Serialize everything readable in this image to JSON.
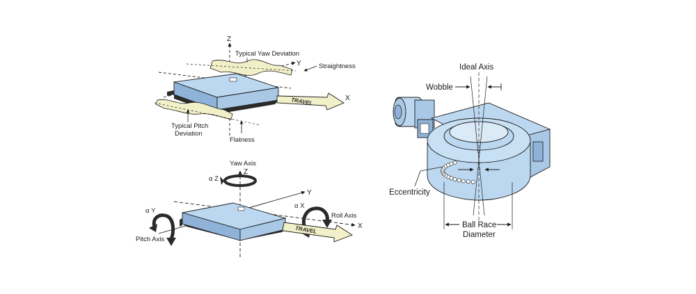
{
  "colors": {
    "stage_face": "#bcd8f0",
    "stage_side": "#8fb3d8",
    "stage_dark": "#2a2a2a",
    "band_fill": "#f2f0c8",
    "travel_fill": "#f2f0c8",
    "rotary_body": "#bcd8f0",
    "line": "#1a1a1a"
  },
  "linear_stage": {
    "axis_z": "Z",
    "axis_y": "Y",
    "axis_x": "X",
    "yaw_deviation": "Typical Yaw Deviation",
    "straightness": "Straightness",
    "pitch_deviation_line1": "Typical Pitch",
    "pitch_deviation_line2": "Deviation",
    "flatness": "Flatness",
    "travel": "TRAVEL"
  },
  "angular_stage": {
    "yaw_axis": "Yaw Axis",
    "axis_z": "Z",
    "alpha_z": "α Z",
    "axis_y": "Y",
    "alpha_x": "α X",
    "roll_axis": "Roll Axis",
    "axis_x": "X",
    "alpha_y": "α Y",
    "pitch_axis": "Pitch Axis",
    "travel": "TRAVEL"
  },
  "rotary_stage": {
    "ideal_axis": "Ideal Axis",
    "wobble": "Wobble",
    "eccentricity": "Eccentricity",
    "ball_race_line1": "Ball Race",
    "ball_race_line2": "Diameter"
  }
}
